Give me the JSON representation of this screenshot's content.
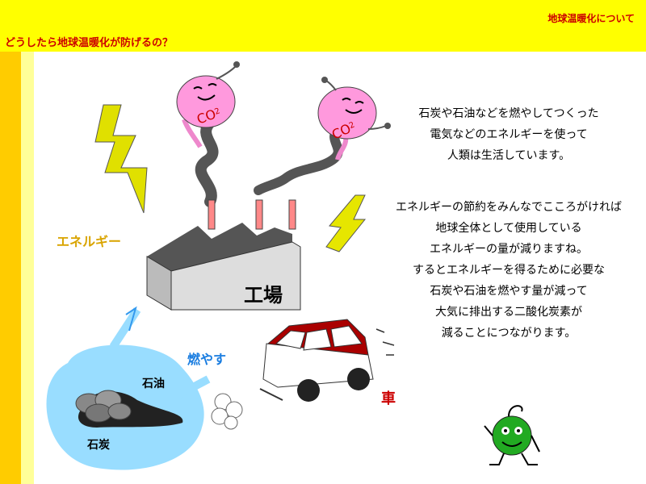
{
  "header": {
    "breadcrumb": "地球温暖化について",
    "subtitle": "どうしたら地球温暖化が防げるの？"
  },
  "illustration": {
    "co2_label_1": "CO",
    "co2_sub_1": "2",
    "co2_label_2": "CO",
    "co2_sub_2": "2",
    "energy_label": "エネルギー",
    "factory_label": "工場",
    "burn_label": "燃やす",
    "oil_label": "石油",
    "coal_label": "石炭",
    "car_label": "車"
  },
  "text": {
    "paragraph1": [
      "石炭や石油などを燃やしてつくった",
      "電気などのエネルギーを使って",
      "人類は生活しています。"
    ],
    "paragraph2": [
      "エネルギーの節約をみんなでこころがければ",
      "地球全体として使用している",
      "エネルギーの量が減りますね。",
      "するとエネルギーを得るために必要な",
      "石炭や石油を燃やす量が減って",
      "大気に排出する二酸化炭素が",
      "減ることにつながります。"
    ]
  },
  "colors": {
    "top_bar": "#ffff00",
    "side_stripe": "#ffcc00",
    "accent_text": "#cc0000",
    "energy_label": "#d9a400",
    "burn_label": "#1a7de0"
  }
}
